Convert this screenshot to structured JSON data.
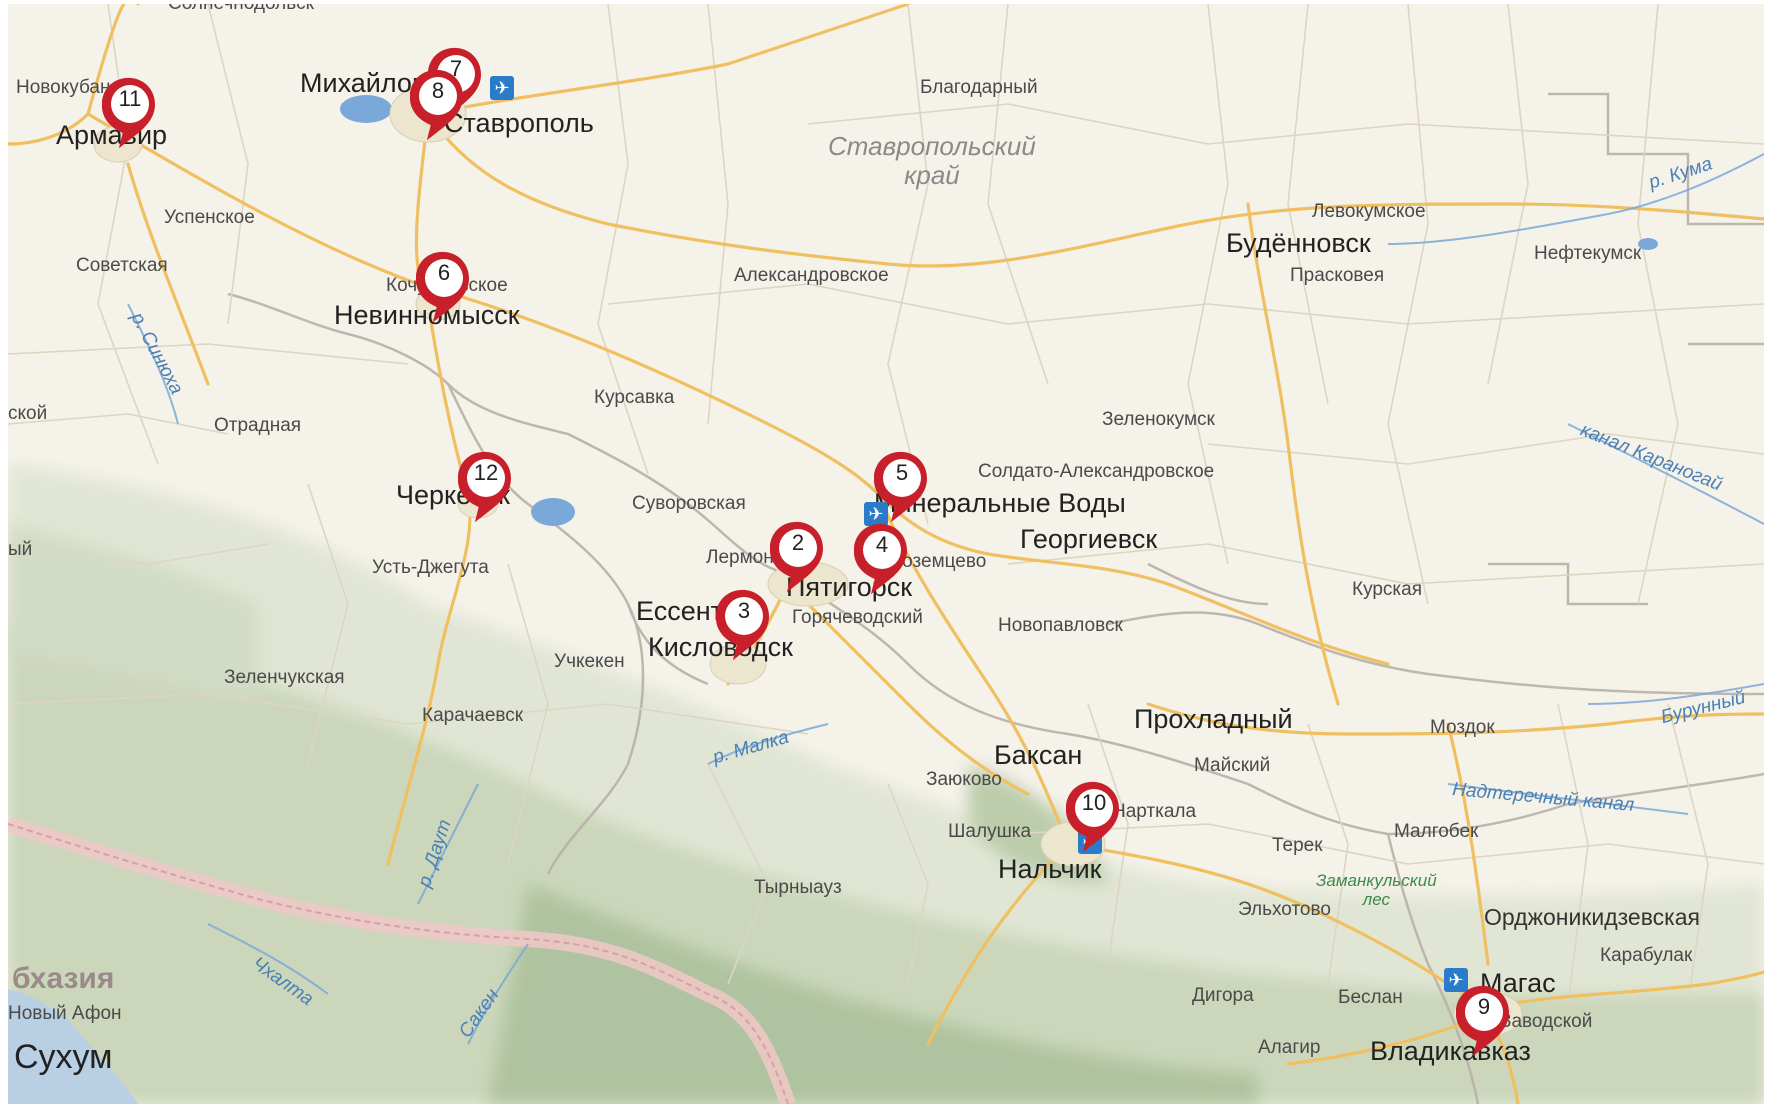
{
  "map": {
    "regions": [
      {
        "id": "stavropol-krai",
        "text": "Ставропольский\nкрай"
      }
    ],
    "countries": [
      {
        "id": "abkhazia",
        "text": "бхазия"
      }
    ],
    "cities_huge": [
      {
        "id": "sukhum",
        "text": "Сухум"
      }
    ],
    "cities_big": [
      {
        "id": "stavropol",
        "text": "Ставрополь"
      },
      {
        "id": "armavir",
        "text": "Армавир"
      },
      {
        "id": "nevinnomyssk",
        "text": "Невинномысск"
      },
      {
        "id": "cherkessk",
        "text": "Черкесск"
      },
      {
        "id": "mineralnye-vody",
        "text": "Минеральные Воды"
      },
      {
        "id": "georgievsk",
        "text": "Георгиевск"
      },
      {
        "id": "pyatigorsk",
        "text": "Пятигорск"
      },
      {
        "id": "essentuki",
        "text": "Ессентуки"
      },
      {
        "id": "kislovodsk",
        "text": "Кисловодск"
      },
      {
        "id": "budennovsk",
        "text": "Будённовск"
      },
      {
        "id": "prokhladny",
        "text": "Прохладный"
      },
      {
        "id": "baksan",
        "text": "Баксан"
      },
      {
        "id": "nalchik",
        "text": "Нальчик"
      },
      {
        "id": "vladikavkaz",
        "text": "Владикавказ"
      },
      {
        "id": "magas",
        "text": "Магас"
      },
      {
        "id": "mikhailovsk",
        "text": "Михайловск"
      }
    ],
    "towns": [
      {
        "id": "solnechnodolsk",
        "text": "Солнечнодольск"
      },
      {
        "id": "novokubansk",
        "text": "Новокубанск"
      },
      {
        "id": "blagodarny",
        "text": "Благодарный"
      },
      {
        "id": "uspenskoe",
        "text": "Успенское"
      },
      {
        "id": "sovetskaya",
        "text": "Советская"
      },
      {
        "id": "kochubeevskoe",
        "text": "Кочубеевское"
      },
      {
        "id": "aleksandrovskoe",
        "text": "Александровское"
      },
      {
        "id": "levokumskoe",
        "text": "Левокумское"
      },
      {
        "id": "praskoveya",
        "text": "Прасковея"
      },
      {
        "id": "neftekumsk",
        "text": "Нефтекумск"
      },
      {
        "id": "kursavka",
        "text": "Курсавка"
      },
      {
        "id": "otradnaya",
        "text": "Отрадная"
      },
      {
        "id": "zelenokumsk",
        "text": "Зеленокумск"
      },
      {
        "id": "soldato-aleksandrovskoe",
        "text": "Солдато-Александровское"
      },
      {
        "id": "suvorovskaya",
        "text": "Суворовская"
      },
      {
        "id": "ust-dzheguta",
        "text": "Усть-Джегута"
      },
      {
        "id": "lermontov",
        "text": "Лермонтов"
      },
      {
        "id": "inozemtsevo",
        "text": "Иноземцево"
      },
      {
        "id": "goryachevodsky",
        "text": "Горячеводский"
      },
      {
        "id": "kurskaya",
        "text": "Курская"
      },
      {
        "id": "novopavlovsk",
        "text": "Новопавловск"
      },
      {
        "id": "uchkeken",
        "text": "Учкекен"
      },
      {
        "id": "zelenchukskaya",
        "text": "Зеленчукская"
      },
      {
        "id": "karachaevsk",
        "text": "Карачаевск"
      },
      {
        "id": "mozdok",
        "text": "Моздок"
      },
      {
        "id": "maysky",
        "text": "Майский"
      },
      {
        "id": "zayukovo",
        "text": "Заюково"
      },
      {
        "id": "nartkala",
        "text": "Нарткала"
      },
      {
        "id": "shalushka",
        "text": "Шалушка"
      },
      {
        "id": "terek",
        "text": "Терек"
      },
      {
        "id": "malgobek",
        "text": "Малгобек"
      },
      {
        "id": "tyrnyauz",
        "text": "Тырныауз"
      },
      {
        "id": "elkhotovo",
        "text": "Эльхотово"
      },
      {
        "id": "ordzhonikidzevskaya",
        "text": "Орджоникидзевская"
      },
      {
        "id": "karabulak",
        "text": "Карабулак"
      },
      {
        "id": "digora",
        "text": "Дигора"
      },
      {
        "id": "beslan",
        "text": "Беслан"
      },
      {
        "id": "zavodskoy",
        "text": "Заводской"
      },
      {
        "id": "alagir",
        "text": "Алагир"
      },
      {
        "id": "novy-afon",
        "text": "Новый Афон"
      },
      {
        "id": "left-edge-skoy",
        "text": "ской"
      },
      {
        "id": "left-edge-yy",
        "text": "ый"
      }
    ],
    "rivers": [
      {
        "id": "kuma",
        "text": "р. Кума",
        "rotate": -18
      },
      {
        "id": "sinyukha",
        "text": "р. Синюха",
        "rotate": 62
      },
      {
        "id": "kanal-karanogai",
        "text": "канал Караногай",
        "rotate": 22
      },
      {
        "id": "malka",
        "text": "р. Малка",
        "rotate": -16
      },
      {
        "id": "daut",
        "text": "р. Даут",
        "rotate": -72
      },
      {
        "id": "burunny",
        "text": "Бурунный",
        "rotate": -14
      },
      {
        "id": "nadterechny",
        "text": "Надтеречный канал",
        "rotate": 5
      },
      {
        "id": "chkhalta",
        "text": "Чхалта",
        "rotate": 35
      },
      {
        "id": "saken",
        "text": "Сакен",
        "rotate": -55
      }
    ],
    "forests": [
      {
        "id": "zamankulsky",
        "text": "Заманкульский\nлес"
      }
    ],
    "markers": [
      {
        "id": "marker-2",
        "num": "2"
      },
      {
        "id": "marker-3",
        "num": "3"
      },
      {
        "id": "marker-4",
        "num": "4"
      },
      {
        "id": "marker-5",
        "num": "5"
      },
      {
        "id": "marker-6",
        "num": "6"
      },
      {
        "id": "marker-7",
        "num": "7"
      },
      {
        "id": "marker-8",
        "num": "8"
      },
      {
        "id": "marker-9",
        "num": "9"
      },
      {
        "id": "marker-10",
        "num": "10"
      },
      {
        "id": "marker-11",
        "num": "11"
      },
      {
        "id": "marker-12",
        "num": "12"
      }
    ],
    "airports": [
      {
        "id": "airport-stavropol",
        "icon": "airplane-icon"
      },
      {
        "id": "airport-mineralnye-vody",
        "icon": "airplane-icon"
      },
      {
        "id": "airport-nalchik",
        "icon": "airplane-icon"
      },
      {
        "id": "airport-magas",
        "icon": "airplane-icon"
      }
    ],
    "colors": {
      "land": "#f5f2ea",
      "mountains": "#9bb48c",
      "road_major": "#f0c060",
      "road_minor": "#d8d0c0",
      "border": "#b8b0a8",
      "state_border": "#f0c8c8",
      "water": "#7aa8d8",
      "marker_red": "#c8202a"
    }
  }
}
